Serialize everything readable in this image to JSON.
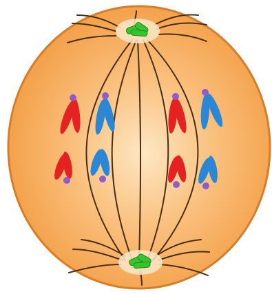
{
  "figure": {
    "kind": "illustration",
    "subject": "anaphase-cell",
    "colors": {
      "cell_body": "#f6a64f",
      "cell_center": "#fde7c3",
      "cell_outline": "#d47e2c",
      "spindle_fiber": "#4b2c14",
      "centrosome": "#37c52f",
      "chromosome_red": "#e42222",
      "chromosome_blue": "#2b86d3",
      "centromere": "#8f5cc9"
    },
    "chromosome_counts": {
      "upper_pole_group": 4,
      "lower_pole_group": 4
    }
  }
}
